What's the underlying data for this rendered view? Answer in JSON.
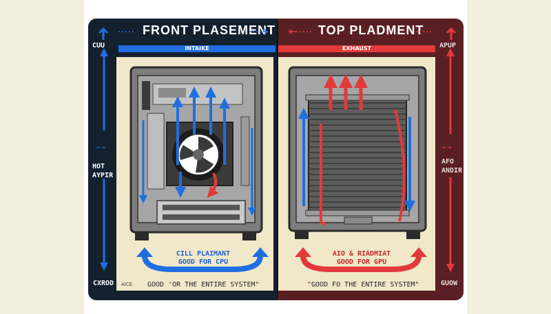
{
  "header": {
    "left_title": "FRONT PLASEMENT",
    "right_title": "TOP PLADMENT",
    "left_strip": "INTAIKE",
    "right_strip": "EXHAUST"
  },
  "side_labels": {
    "left_top": "CUU",
    "left_mid": "HOT\nAYPIR",
    "left_bottom": "CXROD",
    "right_top": "APUP",
    "right_mid": "AFO\nANDIR",
    "right_bottom": "GUOW"
  },
  "captions": {
    "left_caption": "CILL PLAIMANT\nGOOD FOR CPU",
    "right_caption": "AIO & RIADMIAT\nGOOD FOR GPU",
    "left_bottom_text": "GOOD 'OR THE ENTIRE SYSTEM\"",
    "right_bottom_text": "\"GOOD FO THE ENTIRE SYSTEM\"",
    "left_small": "AICE"
  },
  "colors": {
    "blue_arrow": "#1f6fe0",
    "red_arrow": "#e23a3a",
    "case_gray": "#8b8b8b",
    "panel_dark": "#13202e",
    "panel_red": "#5a1f23"
  }
}
